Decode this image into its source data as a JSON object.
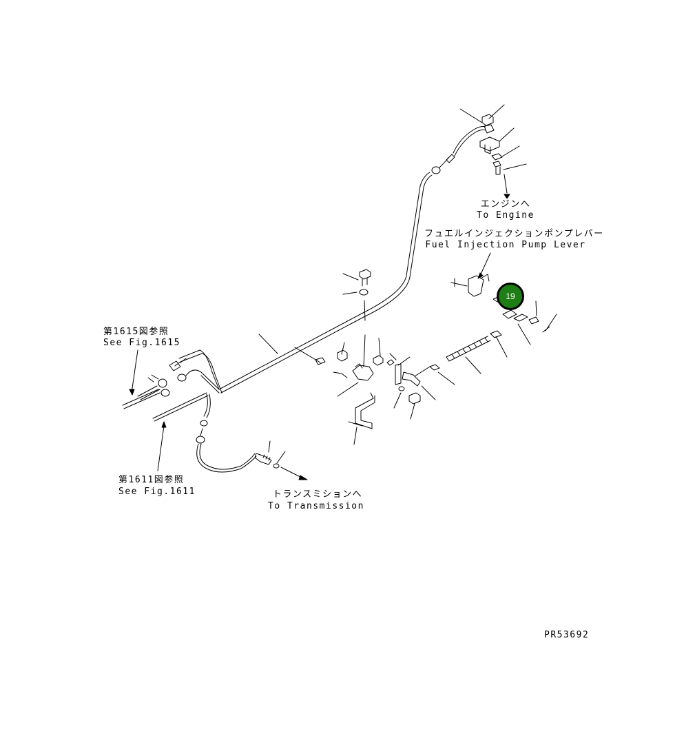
{
  "labels": {
    "to_engine_jp": "エンジンへ",
    "to_engine_en": "To Engine",
    "fuel_pump_jp": "フュエルインジェクションポンプレバー",
    "fuel_pump_en": "Fuel Injection Pump Lever",
    "fig1615_jp": "第1615図参照",
    "fig1615_en": "See Fig.1615",
    "fig1611_jp": "第1611図参照",
    "fig1611_en": "See Fig.1611",
    "to_trans_jp": "トランスミションへ",
    "to_trans_en": "To Transmission",
    "drawing_no": "PR53692"
  },
  "hotspot": {
    "number": "19",
    "color": "#1e7d14"
  }
}
